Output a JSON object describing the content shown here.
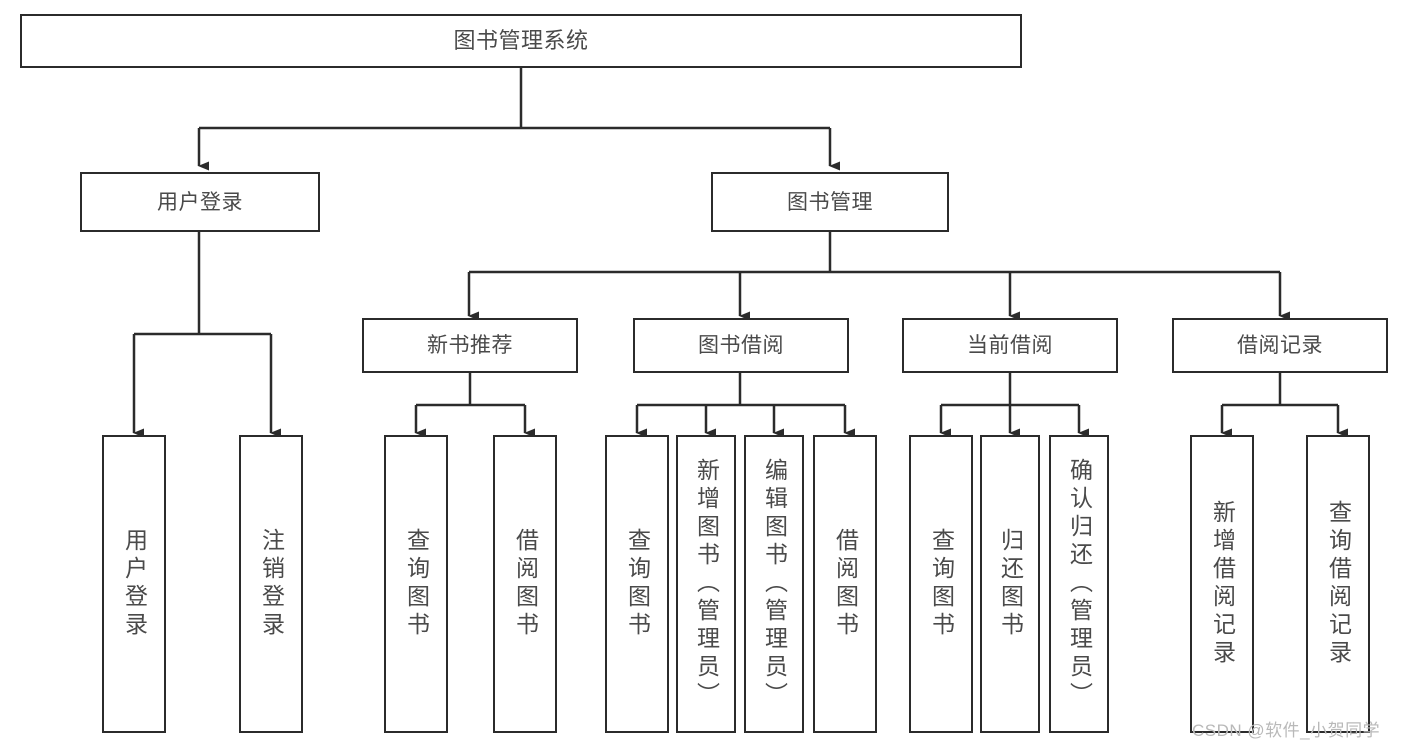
{
  "diagram": {
    "title": "图书管理系统",
    "type": "functional-structure-tree",
    "stroke_color": "#2b2b2b",
    "text_color": "#4a4a4a",
    "background_color": "#ffffff"
  },
  "nodes": {
    "root": {
      "label": "图书管理系统"
    },
    "level1": [
      {
        "id": "user-login",
        "label": "用户登录"
      },
      {
        "id": "book-management",
        "label": "图书管理"
      }
    ],
    "level2": [
      {
        "id": "new-book-recommend",
        "label": "新书推荐"
      },
      {
        "id": "book-borrow",
        "label": "图书借阅"
      },
      {
        "id": "current-borrow",
        "label": "当前借阅"
      },
      {
        "id": "borrow-record",
        "label": "借阅记录"
      }
    ],
    "leaves": {
      "user_login": [
        {
          "id": "leaf-user-login",
          "label": "用户登录"
        },
        {
          "id": "leaf-logout-login",
          "label": "注销登录"
        }
      ],
      "new_book_recommend": [
        {
          "id": "leaf-query-book-1",
          "label": "查询图书"
        },
        {
          "id": "leaf-borrow-book-1",
          "label": "借阅图书"
        }
      ],
      "book_borrow": [
        {
          "id": "leaf-query-book-2",
          "label": "查询图书"
        },
        {
          "id": "leaf-add-book",
          "label": "新增图书（管理员）"
        },
        {
          "id": "leaf-edit-book",
          "label": "编辑图书（管理员）"
        },
        {
          "id": "leaf-borrow-book-2",
          "label": "借阅图书"
        }
      ],
      "current_borrow": [
        {
          "id": "leaf-query-book-3",
          "label": "查询图书"
        },
        {
          "id": "leaf-return-book",
          "label": "归还图书"
        },
        {
          "id": "leaf-confirm-return",
          "label": "确认归还（管理员）"
        }
      ],
      "borrow_record": [
        {
          "id": "leaf-add-borrow-record",
          "label": "新增借阅记录"
        },
        {
          "id": "leaf-query-borrow-record",
          "label": "查询借阅记录"
        }
      ]
    }
  },
  "watermark": {
    "text": "CSDN @软件_小贺同学"
  }
}
